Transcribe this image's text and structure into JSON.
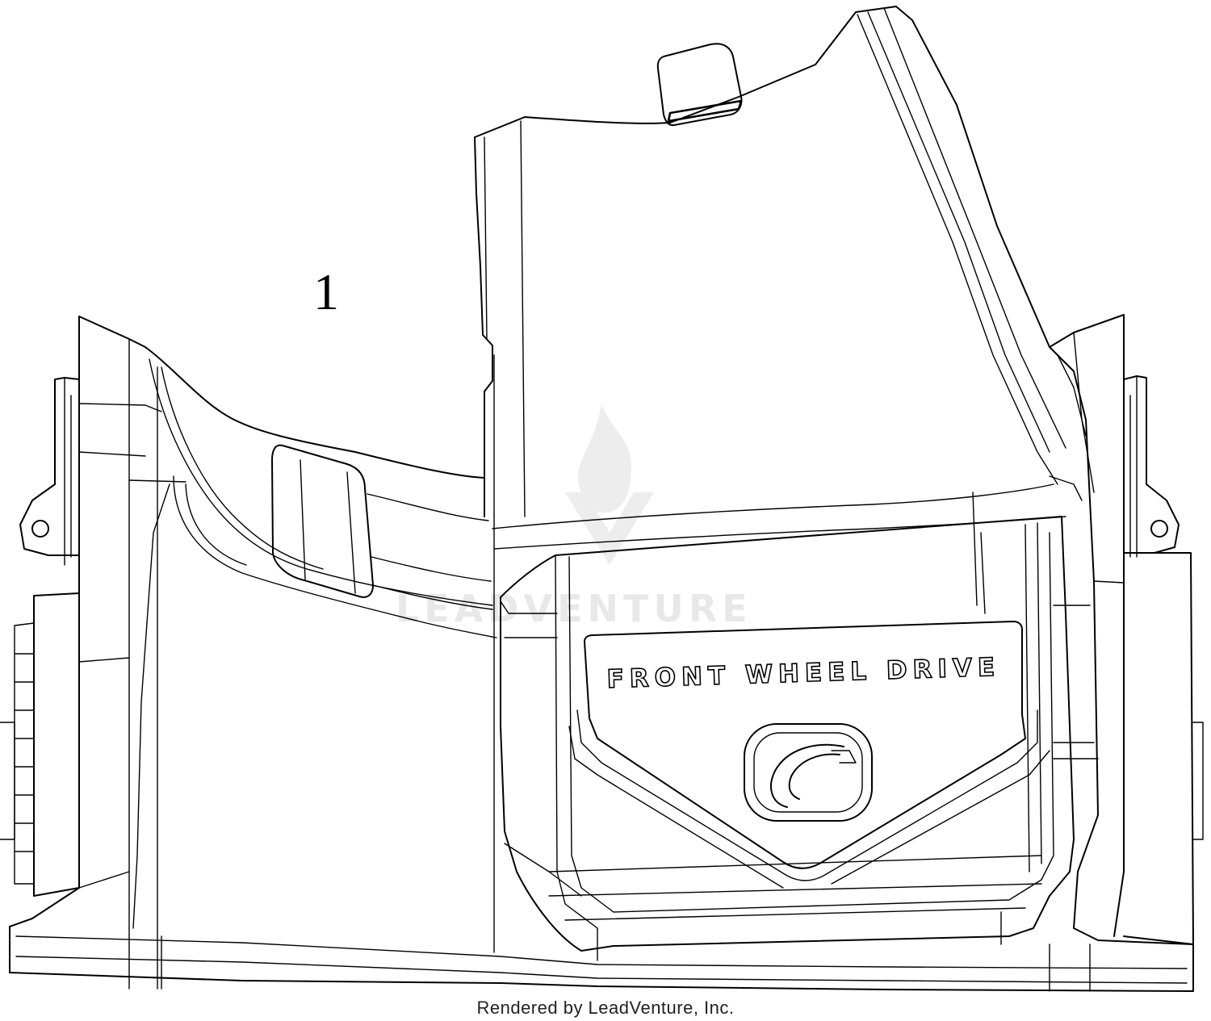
{
  "diagram": {
    "callout_label": "1",
    "decal_text": "FRONT WHEEL DRIVE",
    "watermark_text": "LEADVENTURE",
    "footer_text": "Rendered by LeadVenture, Inc."
  },
  "colors": {
    "line": "#000000",
    "background": "#ffffff",
    "watermark": "#e6e6e6"
  }
}
